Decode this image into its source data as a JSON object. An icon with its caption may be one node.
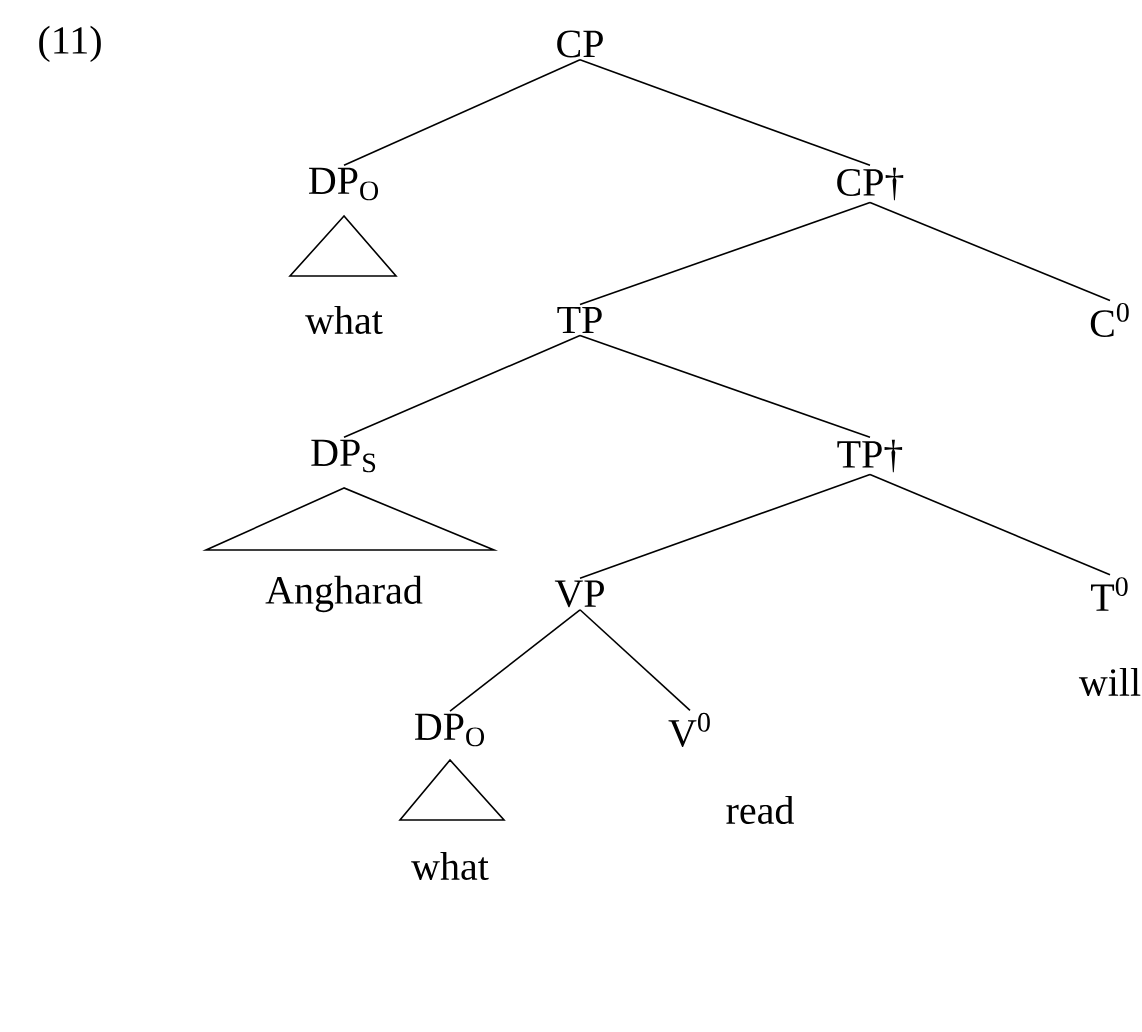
{
  "diagram": {
    "nodes": [
      {
        "text": [
          "CP"
        ]
      },
      {
        "text": [
          "DP$_{O}$"
        ],
        "beside": [
          "what"
        ]
      },
      {
        "text": [
          "CP†"
        ]
      },
      {
        "text": [
          "TP"
        ]
      },
      {
        "text": [
          "C$^{0}$"
        ]
      },
      {
        "text": [
          "DP$_{S}$"
        ],
        "beside": [
          "Angharad"
        ]
      },
      {
        "text": [
          "TP†"
        ]
      },
      {
        "text": [
          "VP"
        ]
      },
      {
        "text": [
          "T$^{0}$"
        ],
        "beside": [
          "will"
        ]
      },
      {
        "text": [
          "DP$_{O}$"
        ],
        "beside": [
          "what"
        ]
      },
      {
        "text": [
          "V$^{0}$"
        ],
        "beside": [
          "read"
        ]
      }
    ],
    "edges": [
      {
        "from": 0,
        "to": 1,
        "arrow": "none"
      },
      {
        "from": 0,
        "to": 2,
        "arrow": "none"
      },
      {
        "from": 2,
        "to": 3,
        "arrow": "none"
      },
      {
        "from": 2,
        "to": 4,
        "arrow": "none"
      },
      {
        "from": 3,
        "to": 5,
        "arrow": "none"
      },
      {
        "from": 3,
        "to": 6,
        "arrow": "none"
      },
      {
        "from": 6,
        "to": 7,
        "arrow": "none"
      },
      {
        "from": 6,
        "to": 8,
        "arrow": "none"
      },
      {
        "from": 7,
        "to": 9,
        "arrow": "none"
      },
      {
        "from": 7,
        "to": 10,
        "arrow": "none"
      }
    ],
    "labels": [
      "(11)"
    ]
  }
}
